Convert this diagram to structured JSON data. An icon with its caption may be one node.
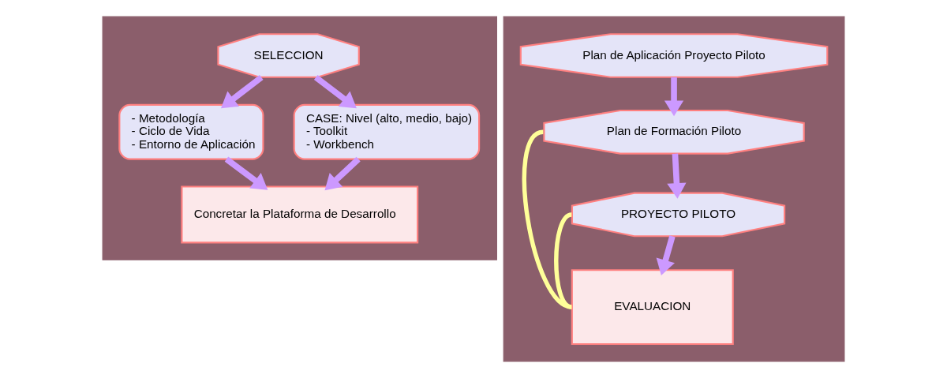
{
  "diagram": {
    "nodes": [
      {
        "text": [],
        "shape": "box"
      },
      {
        "text": [
          "SELECCION"
        ],
        "in": 0
      },
      {
        "text": [
          "- Metodología",
          "- Ciclo de Vida",
          "- Entorno de Aplicación"
        ],
        "in": 0
      },
      {
        "text": [
          "CASE: Nivel (alto, medio, bajo)",
          "- Toolkit",
          "- Workbench"
        ],
        "in": 0
      },
      {
        "text": [
          "Concretar la Plataforma de Desarrollo"
        ],
        "in": 0
      },
      {
        "text": [],
        "shape": "box"
      },
      {
        "text": [
          "Plan de Aplicación Proyecto Piloto"
        ],
        "in": 5
      },
      {
        "text": [
          "Plan de Formación Piloto"
        ],
        "in": 5
      },
      {
        "text": [
          "PROYECTO PILOTO"
        ],
        "in": 5
      },
      {
        "text": [
          "EVALUACION"
        ],
        "in": 5
      }
    ],
    "edges": [
      {
        "from": 1,
        "to": 2,
        "arrow": "to"
      },
      {
        "from": 1,
        "to": 3,
        "arrow": "to"
      },
      {
        "from": 2,
        "to": 4,
        "arrow": "to"
      },
      {
        "from": 3,
        "to": 4,
        "arrow": "to"
      },
      {
        "from": 6,
        "to": 7,
        "arrow": "to"
      },
      {
        "from": 7,
        "to": 8,
        "arrow": "to"
      },
      {
        "from": 8,
        "to": 9,
        "arrow": "to"
      },
      {
        "from": 9,
        "to": 7,
        "arrow": "none",
        "color": "#ffff99"
      },
      {
        "from": 9,
        "to": 8,
        "arrow": "none",
        "color": "#ffff99"
      }
    ]
  }
}
